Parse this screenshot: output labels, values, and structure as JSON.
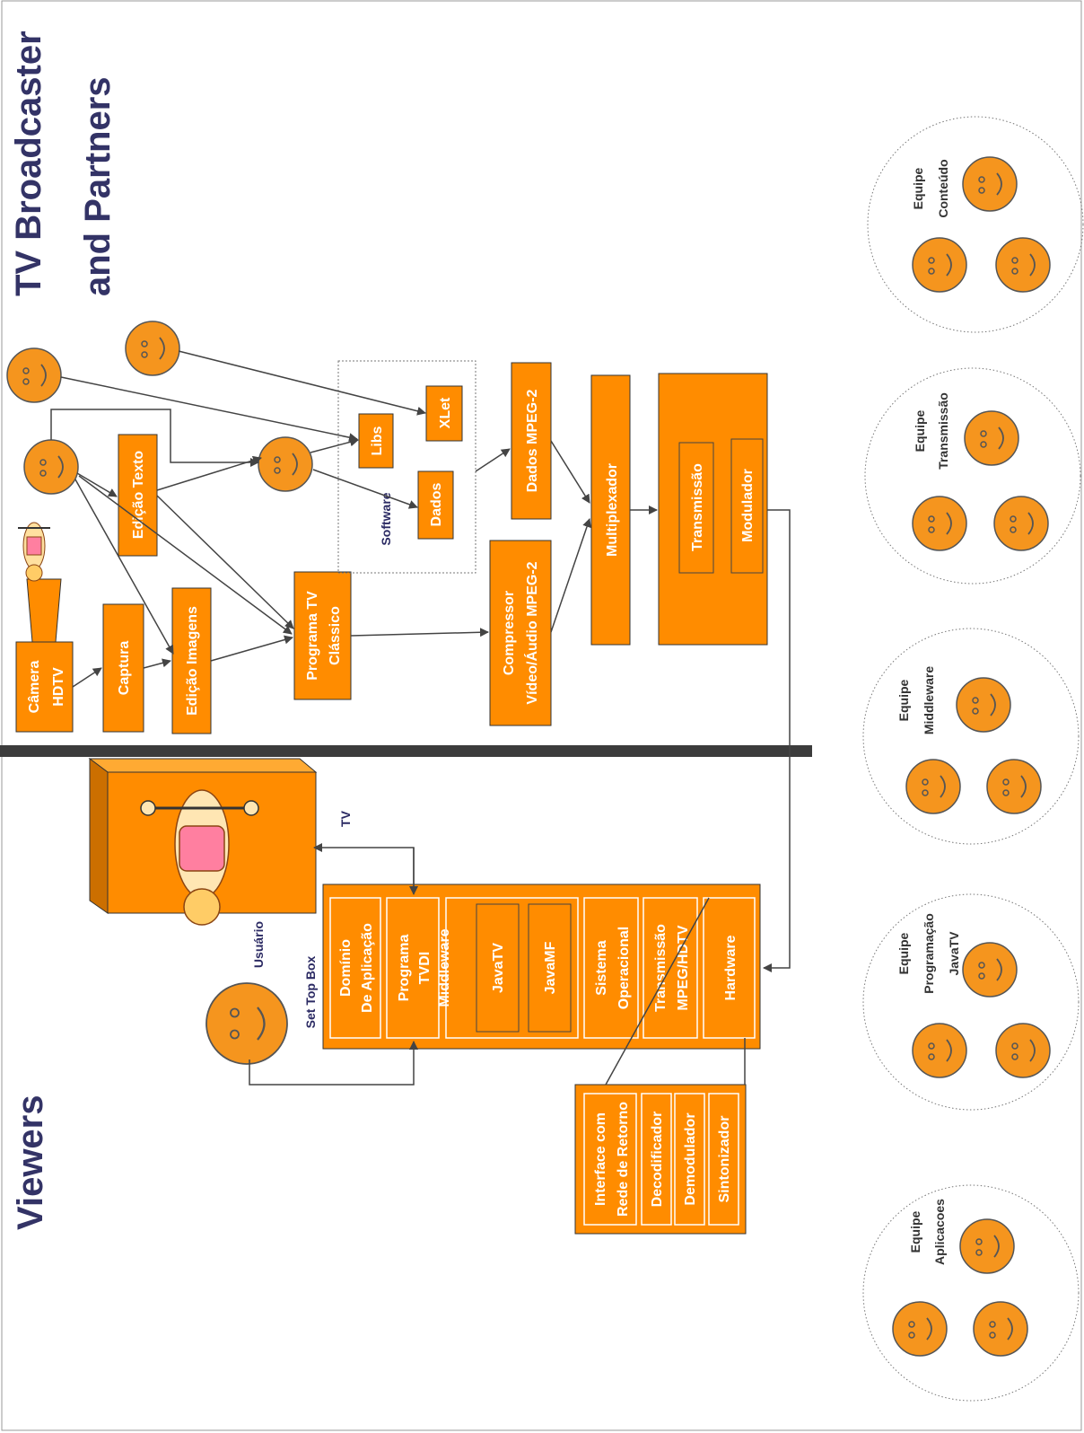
{
  "titles": {
    "broadcaster_line1": "TV Broadcaster",
    "broadcaster_line2": "and Partners",
    "viewers": "Viewers"
  },
  "production": {
    "camera_line1": "Câmera",
    "camera_line2": "HDTV",
    "captura": "Captura",
    "edicao_imagens": "Edição Imagens",
    "edicao_texto": "Edição Texto",
    "programa_line1": "Programa TV",
    "programa_line2": "Clássico",
    "software": "Software",
    "dados": "Dados",
    "libs": "Libs",
    "xlet": "XLet",
    "dados_mpeg2": "Dados MPEG-2",
    "compressor_line1": "Compressor",
    "compressor_line2": "Vídeo/Áudio MPEG-2",
    "multiplexador": "Multiplexador",
    "transmissao": "Transmissão",
    "modulador": "Modulador"
  },
  "receiver": {
    "tv_label": "TV",
    "usuario_label": "Usuário",
    "stb_label": "Set Top Box",
    "dominio_line1": "Domínio",
    "dominio_line2": "De Aplicação",
    "programa_line1": "Programa",
    "programa_line2": "TVDI",
    "middleware": "Middleware",
    "javatv": "JavaTV",
    "javamf": "JavaMF",
    "sistema_line1": "Sistema",
    "sistema_line2": "Operacional",
    "transmissao_line1": "Transmissão",
    "transmissao_line2": "MPEG/HDTV",
    "hardware": "Hardware",
    "interface_line1": "Interface com",
    "interface_line2": "Rede de Retorno",
    "decodificador": "Decodificador",
    "demodulador": "Demodulador",
    "sintonizador": "Sintonizador"
  },
  "teams": {
    "conteudo_line1": "Equipe",
    "conteudo_line2": "Conteúdo",
    "transmissao_line1": "Equipe",
    "transmissao_line2": "Transmissão",
    "middleware_line1": "Equipe",
    "middleware_line2": "Middleware",
    "programacao_line1": "Equipe",
    "programacao_line2": "Programação",
    "programacao_line3": "JavaTV",
    "aplicacoes_line1": "Equipe",
    "aplicacoes_line2": "Aplicacoes"
  },
  "colors": {
    "orange": "#ff8c00",
    "face": "#f5951e",
    "stroke": "#333333",
    "title": "#333366"
  }
}
